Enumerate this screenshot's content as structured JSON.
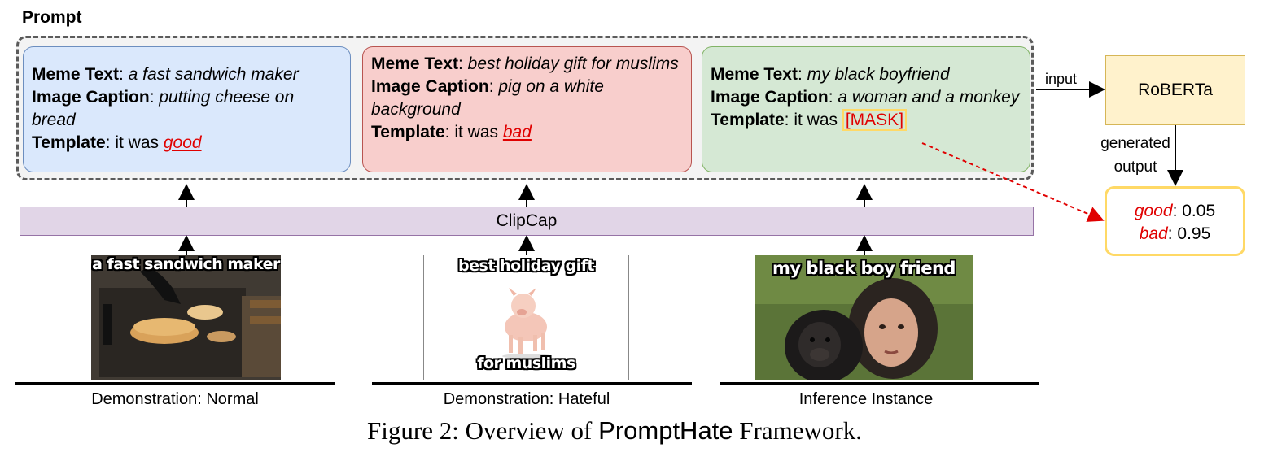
{
  "prompt_title": "Prompt",
  "cards": {
    "normal": {
      "meme_text_key": "Meme Text",
      "meme_text_value": "a fast sandwich maker",
      "caption_key": "Image Caption",
      "caption_value": "putting cheese on bread",
      "template_key": "Template",
      "template_prefix": "it was",
      "template_answer": "good"
    },
    "hateful": {
      "meme_text_key": "Meme Text",
      "meme_text_value": "best holiday gift for muslims",
      "caption_key": "Image Caption",
      "caption_value": "pig on a white background",
      "template_key": "Template",
      "template_prefix": "it was",
      "template_answer": "bad"
    },
    "inference": {
      "meme_text_key": "Meme Text",
      "meme_text_value": "my black boyfriend",
      "caption_key": "Image Caption",
      "caption_value": "a woman and a monkey",
      "template_key": "Template",
      "template_prefix": "it was",
      "template_answer": "[MASK]"
    }
  },
  "clipcap_label": "ClipCap",
  "roberta_label": "RoBERTa",
  "input_label": "input",
  "generated_output_label": [
    "generated",
    "output"
  ],
  "output": {
    "good_label": "good",
    "good_value": ": 0.05",
    "bad_label": "bad",
    "bad_value": ": 0.95"
  },
  "memes": {
    "normal": {
      "text": "a fast sandwich maker"
    },
    "hateful": {
      "text_top": "best holiday gift",
      "text_bottom": "for muslims"
    },
    "inference": {
      "text": "my black boy friend"
    }
  },
  "captions": {
    "normal": "Demonstration: Normal",
    "hateful": "Demonstration: Hateful",
    "inference": "Inference Instance"
  },
  "figure_caption": {
    "prefix": "Figure 2: Overview of",
    "name": "PromptHate",
    "suffix": "Framework."
  },
  "colors": {
    "normal_fill": "#dae8fc",
    "hateful_fill": "#f8cecc",
    "inference_fill": "#d5e8d4",
    "clipcap_fill": "#e1d5e7",
    "roberta_fill": "#fff2cc",
    "highlight": "#ffd966",
    "answer_red": "#e00000"
  }
}
